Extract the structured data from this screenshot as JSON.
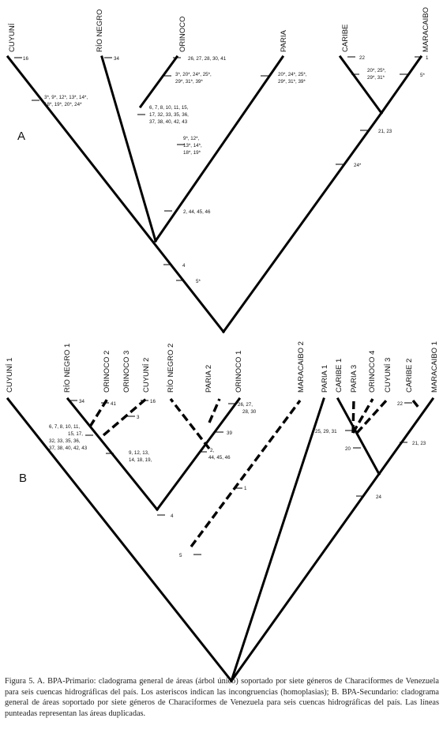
{
  "panel_a": {
    "letter": "A",
    "taxa": [
      "CUYUNÍ",
      "RÍO NEGRO",
      "ORINOCO",
      "PARIA",
      "CARIBE",
      "MARACAIBO"
    ],
    "tick_labels": {
      "cuyuni": "16",
      "rio_negro": "34",
      "orinoco": "26, 27, 28, 30, 41",
      "orinoco_inner": [
        "3*, 20*, 24*, 25*,",
        "29*, 31*, 39*"
      ],
      "paria": [
        "20*, 24*, 25*,",
        "29*, 31*, 39*"
      ],
      "caribe_tip": "22",
      "caribe_inner": [
        "20*, 25*,",
        "29*, 31*"
      ],
      "maracaibo_tip": "1",
      "maracaibo_inner": "5*",
      "cuyuni_branch": [
        "3*, 9*, 12*, 13*, 14*,",
        "18*, 19*, 20*, 24*"
      ],
      "rn_or_node": [
        "6, 7, 8, 10, 11, 15,",
        "17, 32, 33, 35, 36,",
        "37, 38, 40, 42, 43"
      ],
      "rn_or_stem": [
        "9*, 12*,",
        "13*, 14*,",
        "18*, 19*"
      ],
      "west_stem": "2, 44, 45, 46",
      "car_mar_stem": "21, 23",
      "east_stem": "24*",
      "root_4": "4",
      "root_5": "5*"
    }
  },
  "panel_b": {
    "letter": "B",
    "taxa": [
      "CUYUNÍ 1",
      "RÍO NEGRO 1",
      "ORINOCO 2",
      "ORINOCO 3",
      "CUYUNÍ 2",
      "RÍO NEGRO 2",
      "PARIA 2",
      "ORINOCO 1",
      "MARACAIBO 2",
      "PARIA 1",
      "CARIBE 1",
      "PARIA 3",
      "ORINOCO 4",
      "CUYUNÍ 3",
      "CARIBE 2",
      "MARACAIBO 1"
    ],
    "tick_labels": {
      "rn1": "34",
      "or2": "41",
      "cu2": "16",
      "or3_node": "3",
      "node6": [
        "6, 7, 8, 10, 11,",
        "15, 17,",
        "32, 33, 35, 36,",
        "37, 38, 40, 42, 43"
      ],
      "node9": [
        "9, 12, 13,",
        "14, 18, 19,"
      ],
      "or1": [
        "26, 27,",
        "28, 30"
      ],
      "pa2_or1": "39",
      "node2": [
        "2,",
        "44, 45, 46"
      ],
      "mar2_branch": "1",
      "node4": "4",
      "node5": "5",
      "node25": "25, 29, 31",
      "node20": "20",
      "car2": "22",
      "node21": "21, 23",
      "node24": "24"
    }
  },
  "caption": "Figura 5. A. BPA-Primario: cladograma general de áreas (árbol único) soportado por siete géneros de Characiformes de Venezuela para seis cuencas hidrográficas del país. Los asteriscos indican las incongruencias (homoplasias); B. BPA-Secundario: cladograma general de áreas soportado por siete géneros de Characiformes de Venezuela para seis cuencas hidrográficas del país. Las líneas punteadas representan las áreas duplicadas."
}
